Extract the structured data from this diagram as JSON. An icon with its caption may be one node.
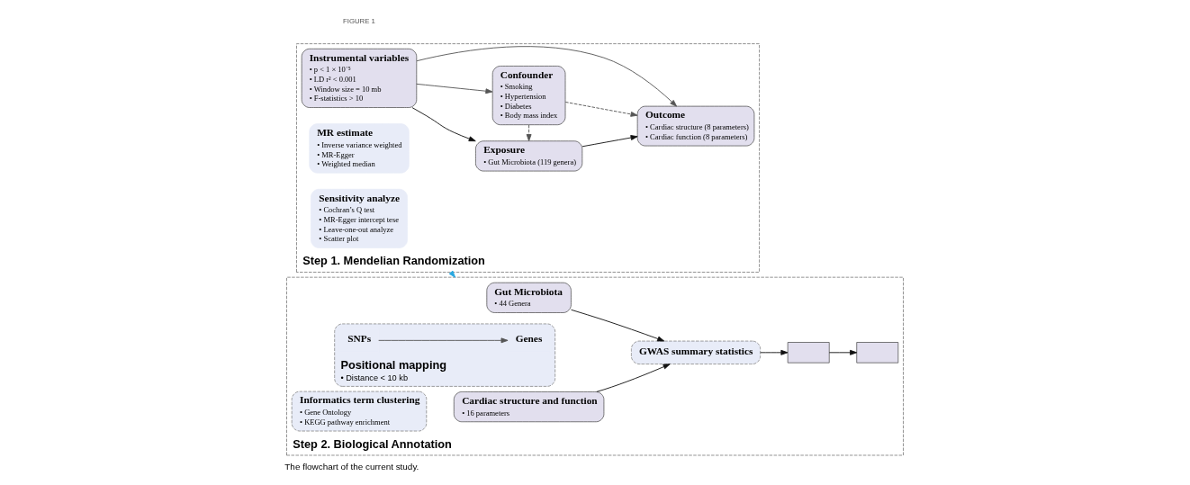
{
  "diagram": {
    "caption": "The flowchart of the current study.",
    "nodes": [
      {
        "text": [
          "Step 1. Mendelian Randomization"
        ]
      },
      {
        "text": [
          "Instrumental variables",
          "• p < 1 × 10⁻⁵",
          "• LD r² < 0.001",
          "• Window size = 10 mb",
          "• F-statistics > 10"
        ],
        "in": 0
      },
      {
        "text": [
          "Exposure",
          "• Gut Microbiota (119 genera)"
        ],
        "in": 0
      },
      {
        "text": [
          "Confounder",
          "• Smoking",
          "• Hypertension",
          "• Diabetes",
          "• Body mass index"
        ],
        "in": 0
      },
      {
        "text": [
          "MR estimate",
          "• Inverse variance weighted",
          "• MR-Egger",
          "• Weighted median"
        ],
        "in": 0
      },
      {
        "text": [
          "Sensitivity analyze",
          "• Cochran’s Q test",
          "• MR-Egger intercept tese",
          "• Leave-one-out analyze",
          "• Scatter plot"
        ],
        "in": 0
      },
      {
        "text": [
          "Outcome",
          "• Cardiac structure (8 parameters)",
          "• Cardiac function (8 parameters)"
        ],
        "in": 0
      },
      {
        "text": [
          "Step 2. Biological Annotation"
        ]
      },
      {
        "text": [
          "Gut Microbiota",
          "• 44 Genera"
        ],
        "in": 7
      },
      {
        "text": [
          "Cardiac structure and function",
          "• 16 parameters"
        ],
        "in": 7
      },
      {
        "text": [
          "GWAS summary statistics"
        ],
        "in": 7
      },
      {
        "text": [],
        "shape": "box",
        "in": 7
      },
      {
        "text": [
          "Positional mapping",
          "• Distance < 10 kb"
        ],
        "in": 7
      },
      {
        "text": [
          "SNPs"
        ],
        "in": 12
      },
      {
        "text": [
          "Genes"
        ],
        "in": 12
      },
      {
        "text": [],
        "shape": "box",
        "in": 7
      },
      {
        "text": [
          "Informatics term clustering",
          "• Gene Ontology",
          "• KEGG pathway enrichment"
        ],
        "in": 7
      }
    ],
    "edges": [
      {
        "from": 1,
        "to": 2,
        "arrow": "to"
      },
      {
        "from": 2,
        "to": 6,
        "arrow": "to"
      },
      {
        "from": 1,
        "to": 3,
        "arrow": "to",
        "color": "#555555"
      },
      {
        "from": 1,
        "to": 6,
        "arrow": "to",
        "color": "#555555"
      },
      {
        "from": 3,
        "to": 2,
        "arrow": "to",
        "style": "dashed",
        "color": "#555555"
      },
      {
        "from": 3,
        "to": 6,
        "arrow": "to",
        "style": "dashed",
        "color": "#555555"
      },
      {
        "from": 0,
        "to": 7,
        "arrow": "to",
        "color": "#29a8e0"
      },
      {
        "from": 8,
        "to": 10,
        "arrow": "to"
      },
      {
        "from": 9,
        "to": 10,
        "arrow": "to"
      },
      {
        "from": 10,
        "to": 11,
        "arrow": "to"
      },
      {
        "from": 13,
        "to": 14,
        "arrow": "to",
        "color": "#555555"
      },
      {
        "from": 11,
        "to": 15,
        "arrow": "to"
      }
    ],
    "labels": [
      "FIGURE 1"
    ]
  }
}
